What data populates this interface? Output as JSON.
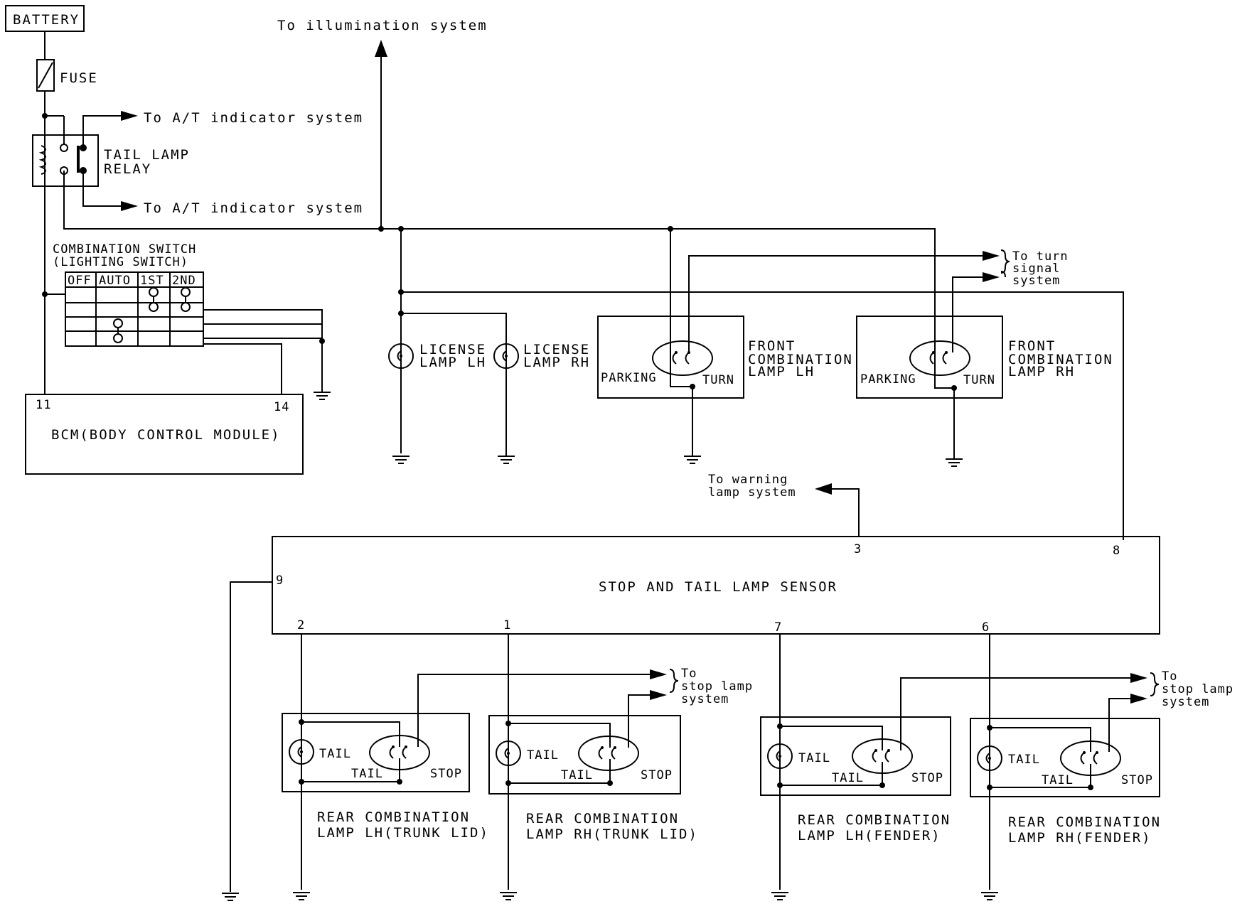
{
  "diagram": {
    "battery": "BATTERY",
    "fuse": "FUSE",
    "relay": [
      "TAIL LAMP",
      "RELAY"
    ],
    "to_at_1": "To A/T indicator system",
    "to_at_2": "To A/T indicator system",
    "to_illumination": "To illumination system",
    "combination_switch": [
      "COMBINATION SWITCH",
      "(LIGHTING SWITCH)"
    ],
    "switch_positions": [
      "OFF",
      "AUTO",
      "1ST",
      "2ND"
    ],
    "bcm": "BCM(BODY CONTROL MODULE)",
    "bcm_pins": [
      "11",
      "14"
    ],
    "license_lh": [
      "LICENSE",
      "LAMP LH"
    ],
    "license_rh": [
      "LICENSE",
      "LAMP RH"
    ],
    "front_lh": [
      "FRONT",
      "COMBINATION",
      "LAMP LH"
    ],
    "front_rh": [
      "FRONT",
      "COMBINATION",
      "LAMP RH"
    ],
    "parking": "PARKING",
    "turn": "TURN",
    "to_turn_signal": [
      "To turn",
      "signal",
      "system"
    ],
    "to_warning": [
      "To warning",
      "lamp system"
    ],
    "sensor": "STOP AND TAIL LAMP SENSOR",
    "sensor_pins": [
      "3",
      "8",
      "9",
      "2",
      "1",
      "7",
      "6"
    ],
    "tail": "TAIL",
    "stop": "STOP",
    "to_stop_lamp": [
      "To",
      "stop lamp",
      "system"
    ],
    "rear_lh_trunk": [
      "REAR COMBINATION",
      "LAMP LH(TRUNK LID)"
    ],
    "rear_rh_trunk": [
      "REAR COMBINATION",
      "LAMP RH(TRUNK LID)"
    ],
    "rear_lh_fender": [
      "REAR COMBINATION",
      "LAMP LH(FENDER)"
    ],
    "rear_rh_fender": [
      "REAR COMBINATION",
      "LAMP RH(FENDER)"
    ]
  }
}
